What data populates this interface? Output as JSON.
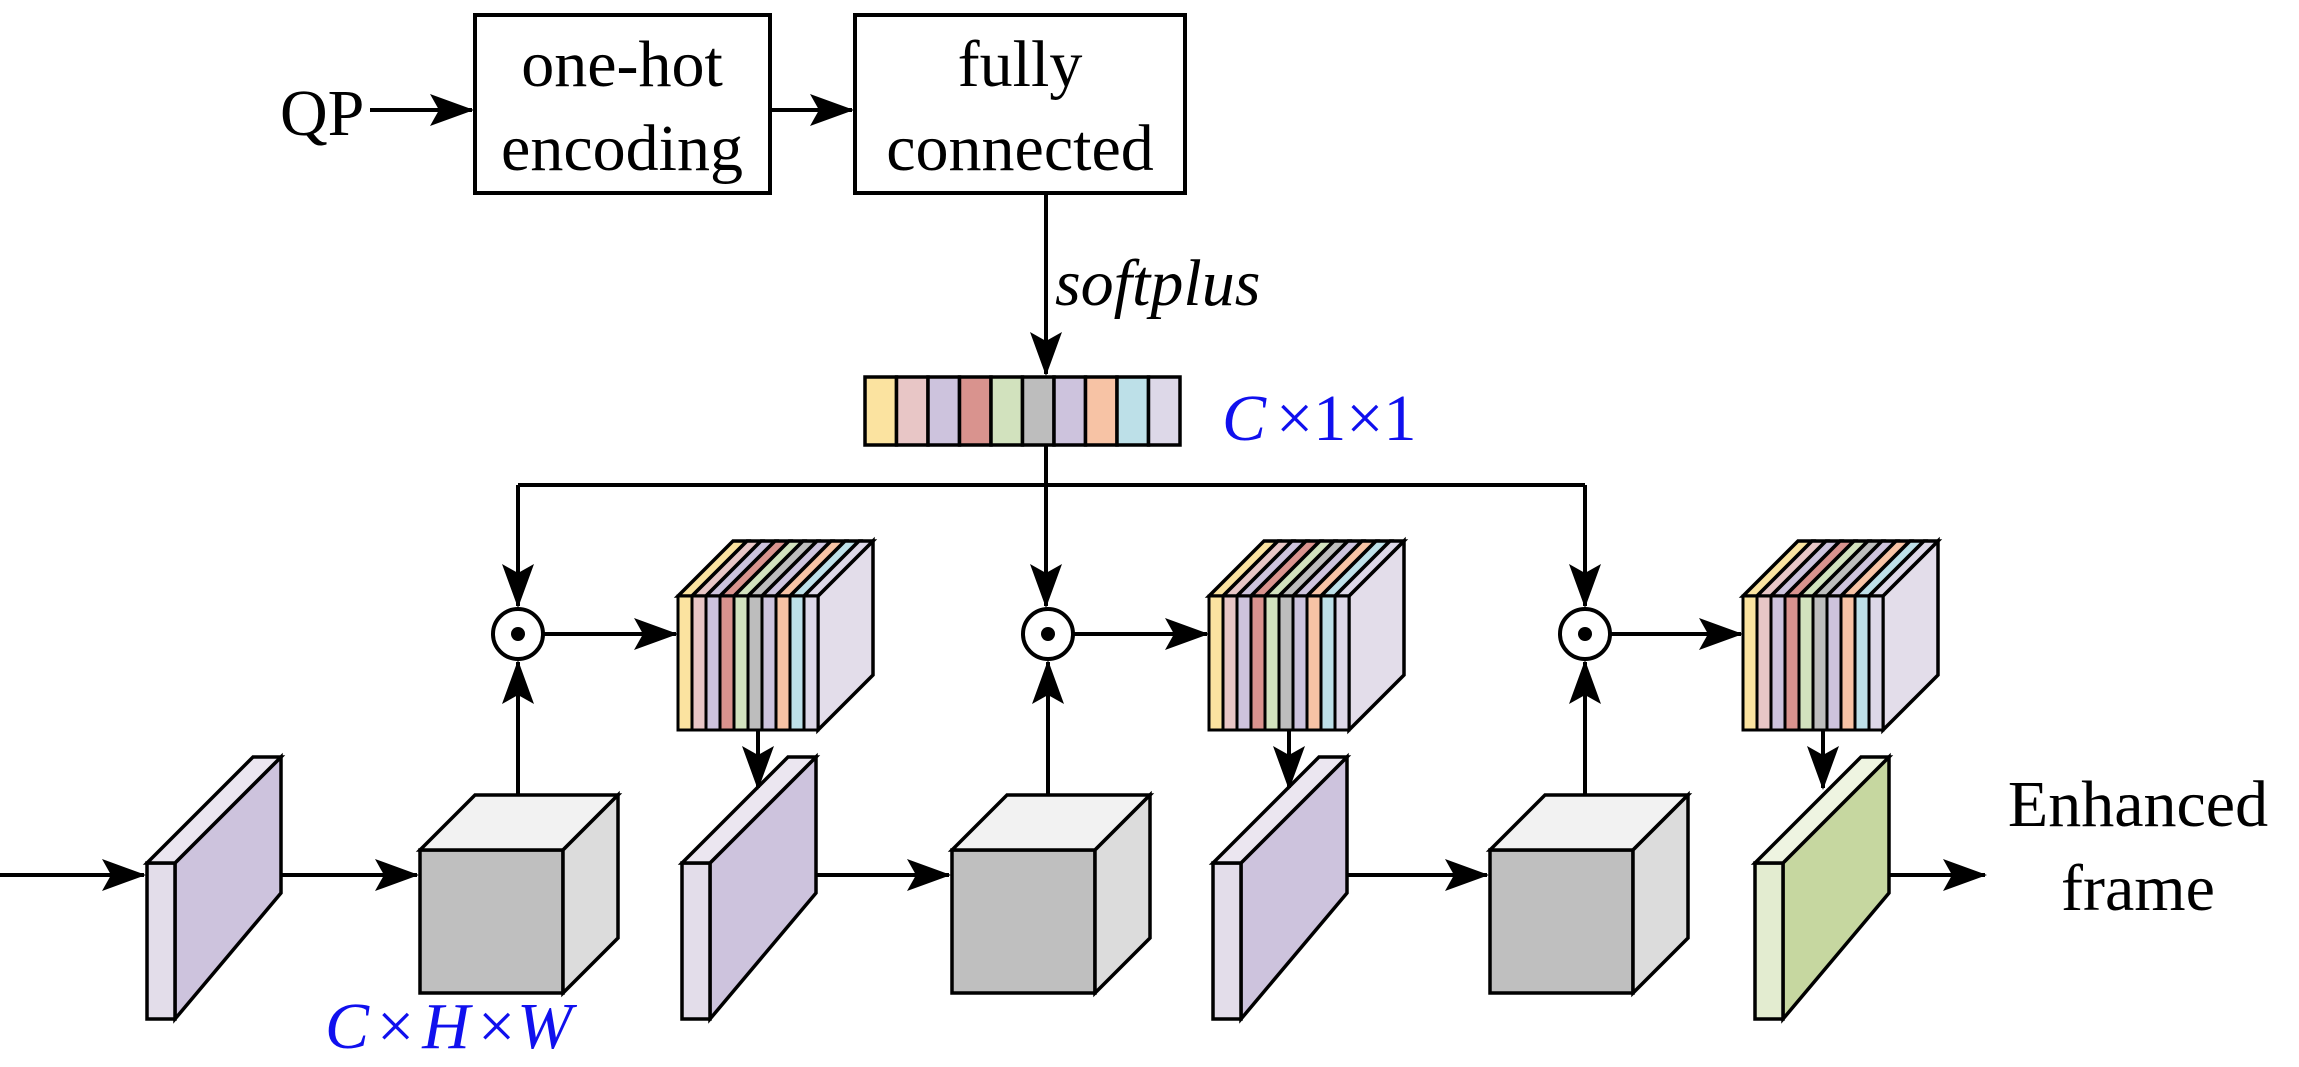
{
  "qp_input": {
    "label": "QP"
  },
  "one_hot_box": {
    "line1": "one-hot",
    "line2": "encoding"
  },
  "fc_box": {
    "line1": "fully",
    "line2": "connected"
  },
  "activation": {
    "label": "softplus"
  },
  "channel_vector": {
    "dim_c": "C",
    "dim_times1": "×",
    "dim_one1": "1",
    "dim_times2": "×",
    "dim_one2": "1",
    "colors": [
      "#fbe3a0",
      "#e8c6c6",
      "#cdc3dd",
      "#d9938e",
      "#d2e2be",
      "#bdbdbd",
      "#cdc3dd",
      "#f7c3a5",
      "#bde0e8",
      "#ddd8e8"
    ]
  },
  "feature_dims": {
    "c": "C",
    "times1": "×",
    "h": "H",
    "times2": "×",
    "w": "W"
  },
  "operator": {
    "symbol": "elementwise-multiply"
  },
  "output": {
    "line1": "Enhanced",
    "line2": "frame"
  },
  "colors": {
    "stroke": "#000000",
    "dim_text": "#1010ee",
    "box_fill": "#ffffff",
    "plate_front": "#cdc3dd",
    "plate_side": "#e3ddea",
    "plate_top": "#ebe6f0",
    "cube_front": "#bfbfbf",
    "cube_side": "#dcdcdc",
    "cube_top": "#f2f2f2",
    "final_front": "#c6d7a0",
    "final_side": "#e3ecd0",
    "final_top": "#eef4e1"
  }
}
